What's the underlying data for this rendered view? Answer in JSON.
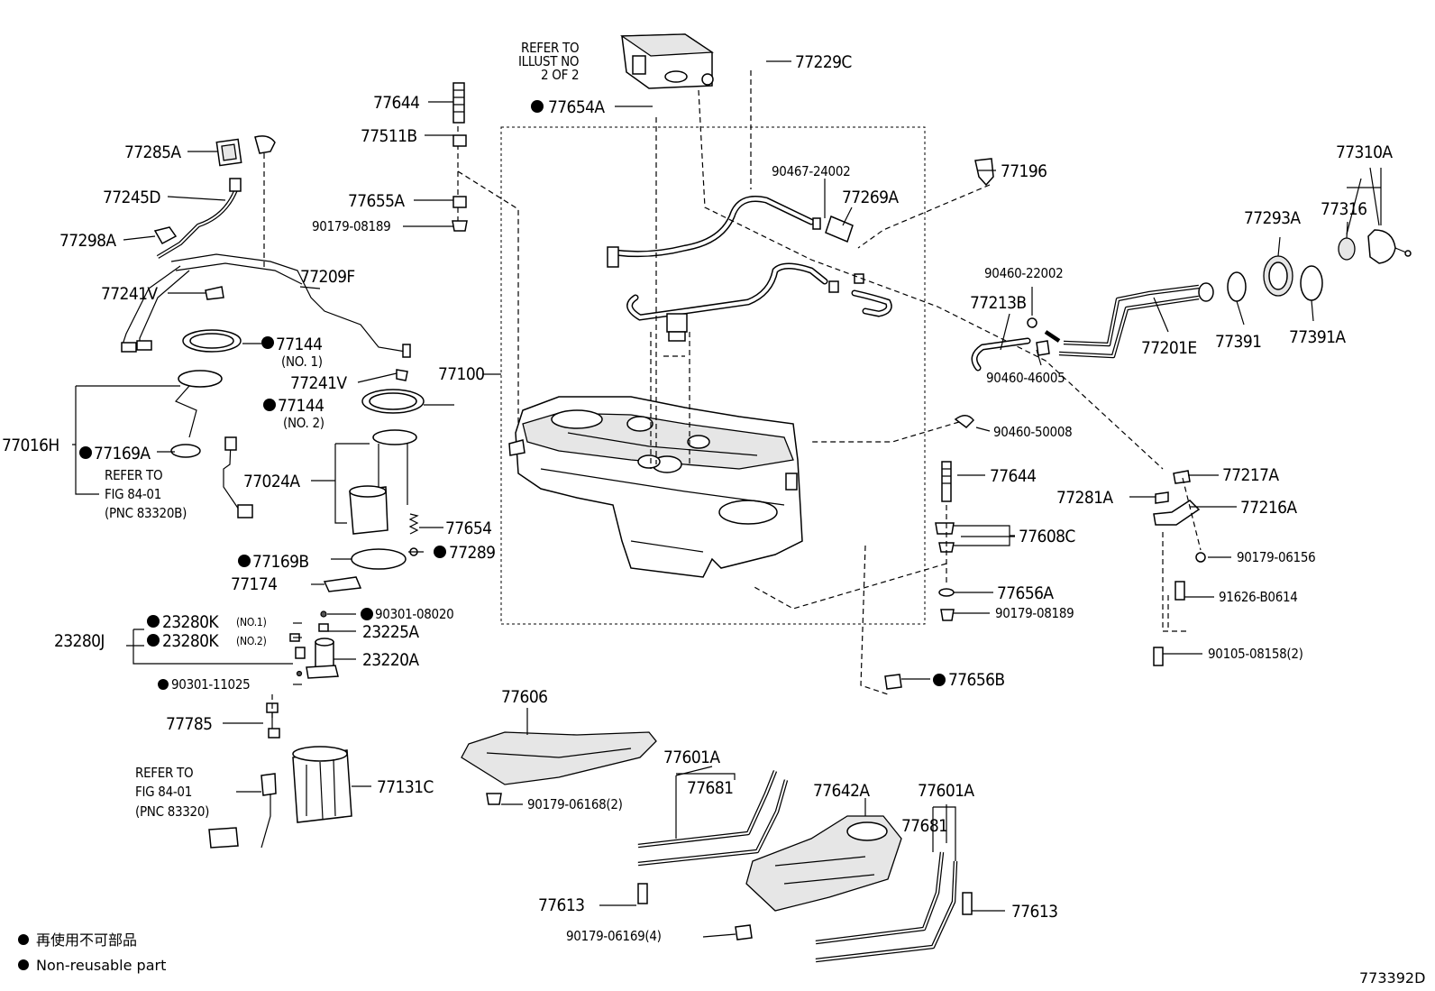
{
  "diagram_id": "773392D",
  "legend": {
    "japanese": "再使用不可部品",
    "english": "Non-reusable part"
  },
  "notes": {
    "canister_ref": [
      "REFER TO",
      "ILLUST NO",
      "2 OF 2"
    ],
    "fig_ref_b": [
      "REFER TO",
      "FIG 84-01",
      "(PNC 83320B)"
    ],
    "fig_ref": [
      "REFER TO",
      "FIG 84-01",
      "(PNC 83320)"
    ]
  },
  "labels": {
    "p77229C": "77229C",
    "p77644_top": "77644",
    "p77654A": "77654A",
    "p77511B": "77511B",
    "p77285A": "77285A",
    "p77245D": "77245D",
    "p77655A": "77655A",
    "p90179_08189_top": "90179-08189",
    "p77298A": "77298A",
    "p77241V_top": "77241V",
    "p77209F": "77209F",
    "p77144_no1": "77144",
    "p77144_no1_sub": "(NO. 1)",
    "p77241V_mid": "77241V",
    "p77144_no2": "77144",
    "p77144_no2_sub": "(NO. 2)",
    "p77016H": "77016H",
    "p77169A": "77169A",
    "p77024A": "77024A",
    "p77654": "77654",
    "p77169B": "77169B",
    "p77289": "77289",
    "p77174": "77174",
    "p90301_08020": "90301-08020",
    "p23280K_1": "23280K",
    "p23280K_1_sub": "(NO.1)",
    "p23280J": "23280J",
    "p23280K_2": "23280K",
    "p23280K_2_sub": "(NO.2)",
    "p23225A": "23225A",
    "p23220A": "23220A",
    "p90301_11025": "90301-11025",
    "p77785": "77785",
    "p77131C": "77131C",
    "p77100": "77100",
    "p90467_24002": "90467-24002",
    "p77269A": "77269A",
    "p77196": "77196",
    "p77310A": "77310A",
    "p77316": "77316",
    "p77293A": "77293A",
    "p90460_22002": "90460-22002",
    "p77213B": "77213B",
    "p77201E": "77201E",
    "p77391": "77391",
    "p77391A": "77391A",
    "p90460_46005": "90460-46005",
    "p90460_50008": "90460-50008",
    "p77644_right": "77644",
    "p77217A": "77217A",
    "p77281A": "77281A",
    "p77216A": "77216A",
    "p77608C": "77608C",
    "p90179_06156": "90179-06156",
    "p77656A": "77656A",
    "p91626_B0614": "91626-B0614",
    "p90179_08189_right": "90179-08189",
    "p90105_08158": "90105-08158(2)",
    "p77656B": "77656B",
    "p77606": "77606",
    "p90179_06168": "90179-06168(2)",
    "p77601A_left": "77601A",
    "p77681_left": "77681",
    "p77642A": "77642A",
    "p77601A_right": "77601A",
    "p77681_right": "77681",
    "p77613_left": "77613",
    "p77613_right": "77613",
    "p90179_06169": "90179-06169(4)"
  }
}
